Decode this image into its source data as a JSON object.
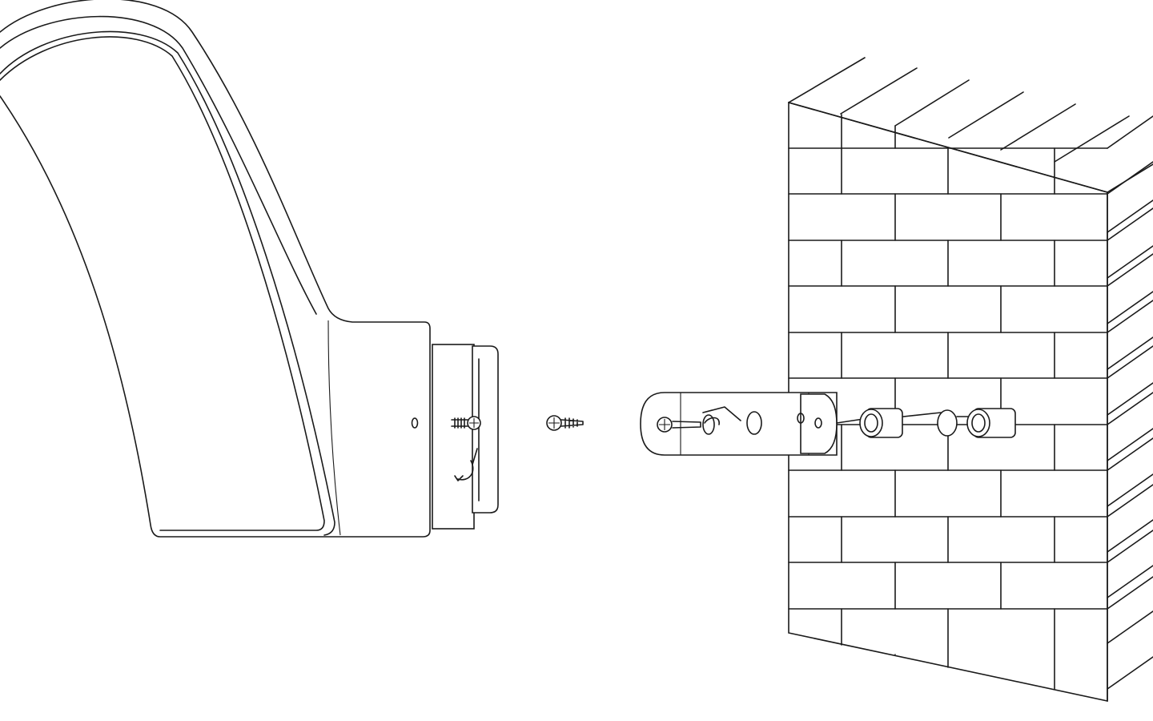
{
  "colors": {
    "line": "#1a1a1a",
    "background": "#ffffff"
  },
  "parts": [
    "wall-lamp",
    "mounting-plate",
    "screw",
    "mounting-bracket",
    "wall-anchor",
    "brick-wall"
  ]
}
